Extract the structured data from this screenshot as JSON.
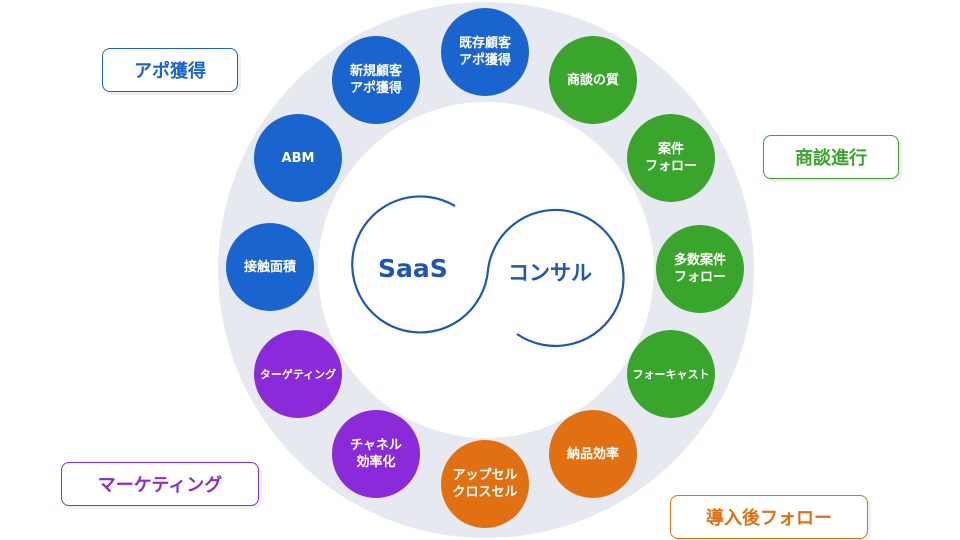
{
  "center": {
    "left": "SaaS",
    "right": "コンサル"
  },
  "colors": {
    "blue": "#1a64d0",
    "green": "#3aa52d",
    "orange": "#e07012",
    "purple": "#8a2ad8",
    "center_stroke": "#1d56b8"
  },
  "category_labels": [
    {
      "text": "アポ獲得",
      "color": "#1a64d0"
    },
    {
      "text": "商談進行",
      "color": "#3aa52d"
    },
    {
      "text": "マーケティング",
      "color": "#8a2ad8"
    },
    {
      "text": "導入後フォロー",
      "color": "#e07012"
    }
  ],
  "nodes": [
    {
      "label": "既存顧客\nアポ獲得",
      "group": "blue"
    },
    {
      "label": "商談の質",
      "group": "green"
    },
    {
      "label": "案件\nフォロー",
      "group": "green"
    },
    {
      "label": "多数案件\nフォロー",
      "group": "green"
    },
    {
      "label": "フォーキャスト",
      "group": "green"
    },
    {
      "label": "納品効率",
      "group": "orange"
    },
    {
      "label": "アップセル\nクロスセル",
      "group": "orange"
    },
    {
      "label": "チャネル\n効率化",
      "group": "purple"
    },
    {
      "label": "ターゲティング",
      "group": "purple"
    },
    {
      "label": "接触面積",
      "group": "blue"
    },
    {
      "label": "ABM",
      "group": "blue"
    },
    {
      "label": "新規顧客\nアポ獲得",
      "group": "blue"
    }
  ]
}
